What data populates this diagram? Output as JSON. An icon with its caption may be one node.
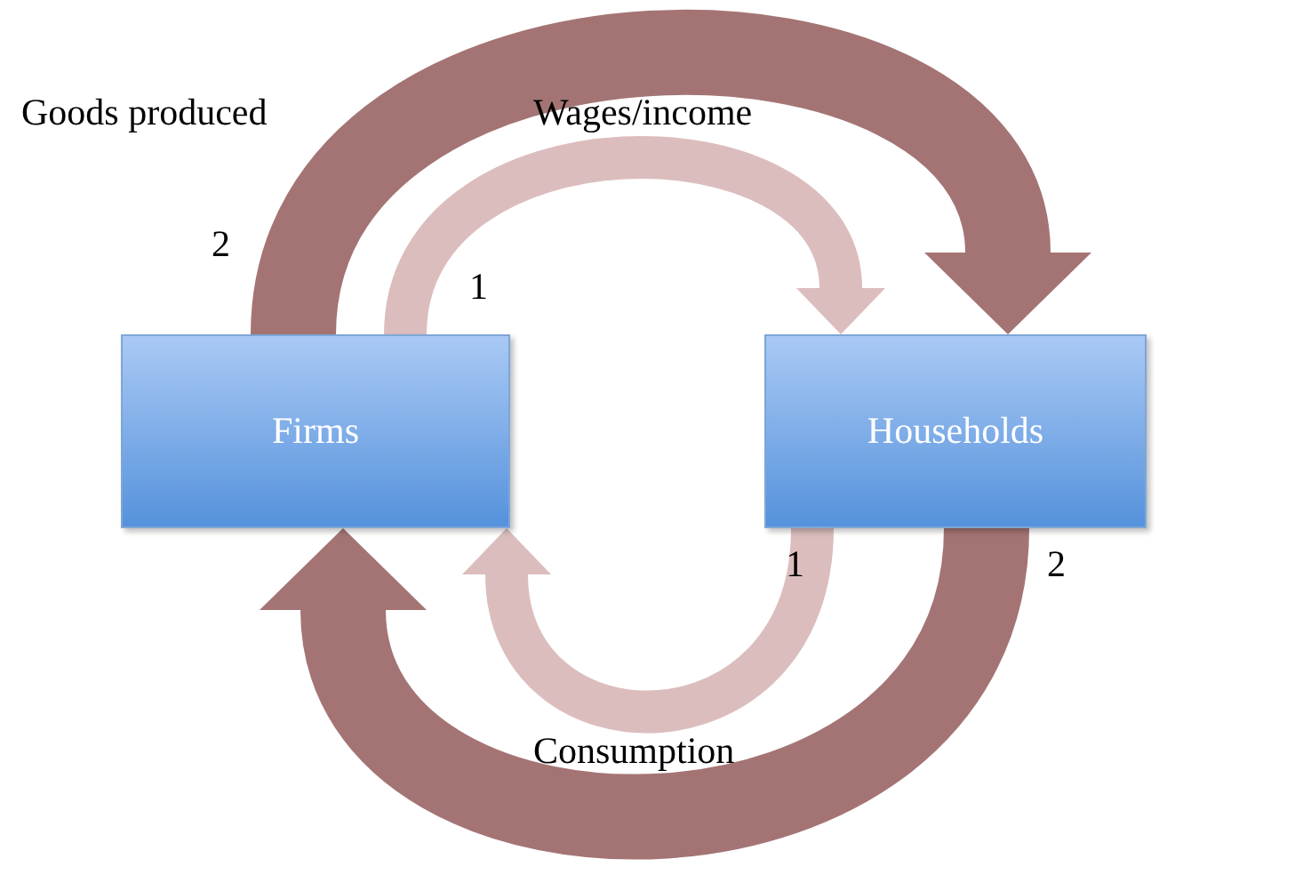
{
  "diagram": {
    "nodes": [
      {
        "text": [
          "Firms"
        ]
      },
      {
        "text": [
          "Households"
        ]
      }
    ],
    "edges": [
      {
        "from": 0,
        "to": 1,
        "arrow": "to",
        "style": "thick",
        "color": "#a47474"
      },
      {
        "from": 0,
        "to": 1,
        "arrow": "to",
        "color": "#dcbdbd"
      },
      {
        "from": 1,
        "to": 0,
        "arrow": "to",
        "color": "#dcbdbd"
      },
      {
        "from": 1,
        "to": 0,
        "arrow": "to",
        "style": "thick",
        "color": "#a47474"
      }
    ],
    "labels": [
      "Goods produced",
      "Wages/income",
      "2",
      "1",
      "1",
      "2",
      "Consumption"
    ]
  }
}
